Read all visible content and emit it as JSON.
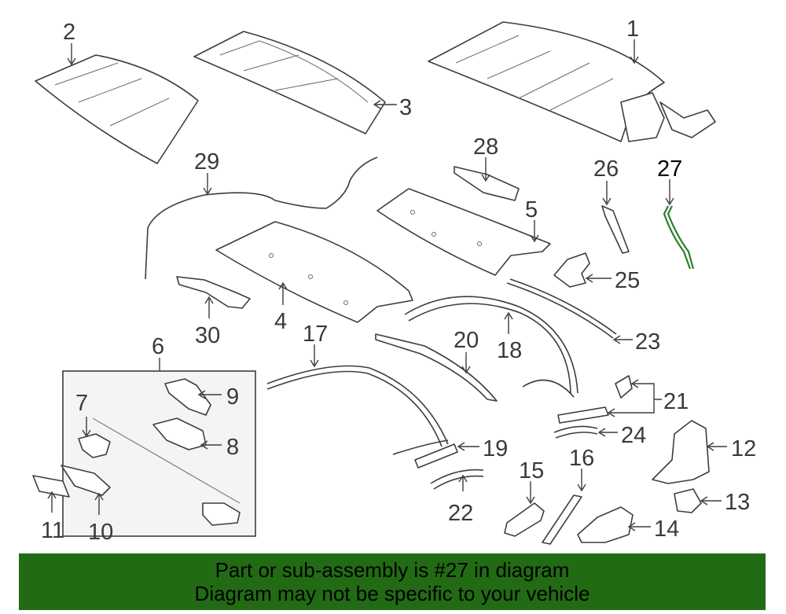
{
  "callouts": {
    "c1": "1",
    "c2": "2",
    "c3": "3",
    "c4": "4",
    "c5": "5",
    "c6": "6",
    "c7": "7",
    "c8": "8",
    "c9": "9",
    "c10": "10",
    "c11": "11",
    "c12": "12",
    "c13": "13",
    "c14": "14",
    "c15": "15",
    "c16": "16",
    "c17": "17",
    "c18": "18",
    "c19": "19",
    "c20": "20",
    "c21": "21",
    "c22": "22",
    "c23": "23",
    "c24": "24",
    "c25": "25",
    "c26": "26",
    "c27": "27",
    "c28": "28",
    "c29": "29",
    "c30": "30"
  },
  "highlighted_part": "27",
  "colors": {
    "banner": "#226b14",
    "highlight": "#2e7d2e",
    "line": "#3d3d3d"
  },
  "banner": {
    "line1": "Part or sub-assembly is #27 in diagram",
    "line2": "Diagram may not be specific to your vehicle"
  }
}
